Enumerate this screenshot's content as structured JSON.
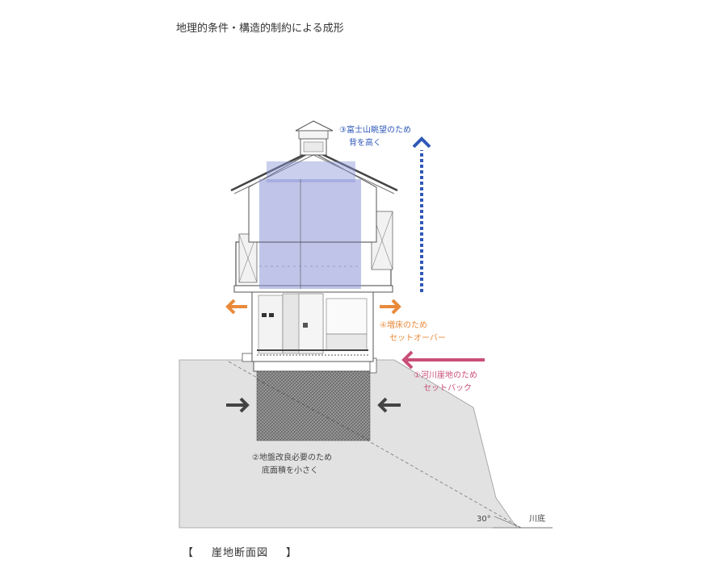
{
  "title": "地理的条件・構造的制約による成形",
  "caption": {
    "open": "【",
    "text": "崖地断面図",
    "close": "】"
  },
  "annotations": {
    "view": {
      "line1": "③富士山眺望のため",
      "line2": "背を高く",
      "color": "#2f58b8"
    },
    "floor": {
      "line1": "④増床のため",
      "line2": "セットオーバー",
      "color": "#e98a3a"
    },
    "river": {
      "line1": "①河川崖地のため",
      "line2": "セットバック",
      "color": "#c94f78"
    },
    "ground": {
      "line1": "②地盤改良必要のため",
      "line2": "底面積を小さく",
      "color": "#444444"
    }
  },
  "angle_label": "30°",
  "riverbed_label": "川底"
}
